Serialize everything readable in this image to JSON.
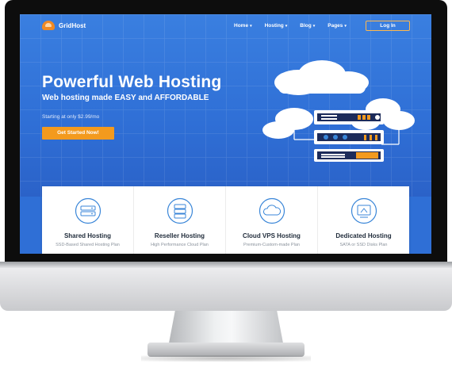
{
  "brand": {
    "name": "GridHost"
  },
  "nav": {
    "items": [
      {
        "label": "Home"
      },
      {
        "label": "Hosting"
      },
      {
        "label": "Blog"
      },
      {
        "label": "Pages"
      }
    ],
    "login_label": "Log In"
  },
  "hero": {
    "title": "Powerful Web Hosting",
    "subtitle": "Web hosting made EASY and AFFORDABLE",
    "price_text": "Starting at only $2.99/mo",
    "cta_label": "Get Started Now!"
  },
  "features": [
    {
      "title": "Shared Hosting",
      "subtitle": "SSD-Based Shared Hosting Plan",
      "icon": "server-stack-icon"
    },
    {
      "title": "Reseller Hosting",
      "subtitle": "High Performance Cloud Plan",
      "icon": "reseller-server-icon"
    },
    {
      "title": "Cloud VPS Hosting",
      "subtitle": "Premium-Custom-made Plan",
      "icon": "cloud-icon"
    },
    {
      "title": "Dedicated Hosting",
      "subtitle": "SATA or SSD Disks Plan",
      "icon": "dedicated-server-icon"
    }
  ],
  "colors": {
    "hero_blue": "#2f6fd6",
    "accent_orange": "#f39a1e",
    "icon_blue": "#3a86d8"
  }
}
